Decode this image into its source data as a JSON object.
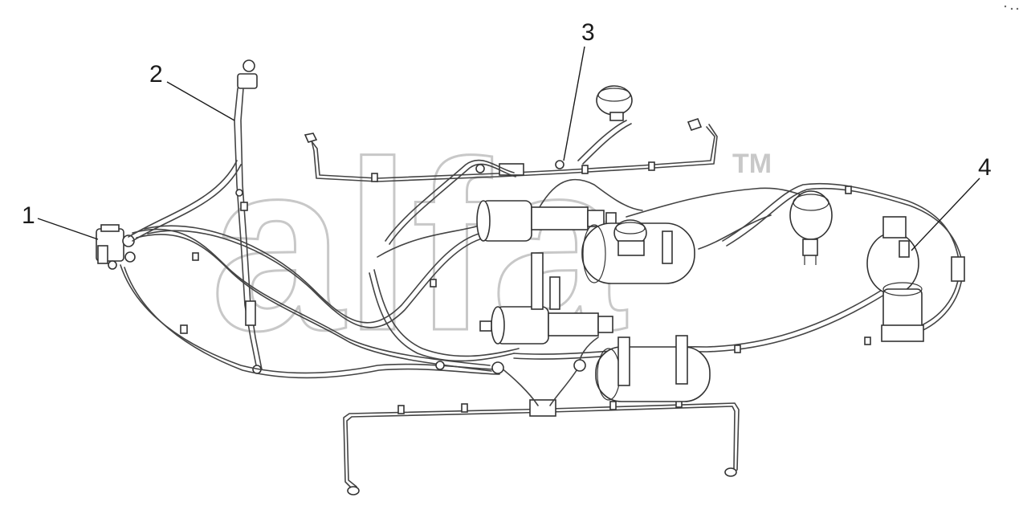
{
  "watermark": {
    "text": "alfa",
    "trademark": "TM"
  },
  "callouts": [
    {
      "id": "1",
      "label": "1"
    },
    {
      "id": "2",
      "label": "2"
    },
    {
      "id": "3",
      "label": "3"
    },
    {
      "id": "4",
      "label": "4"
    }
  ],
  "colors": {
    "line": "#444444",
    "watermark": "#c8c8c8",
    "background": "#ffffff"
  }
}
